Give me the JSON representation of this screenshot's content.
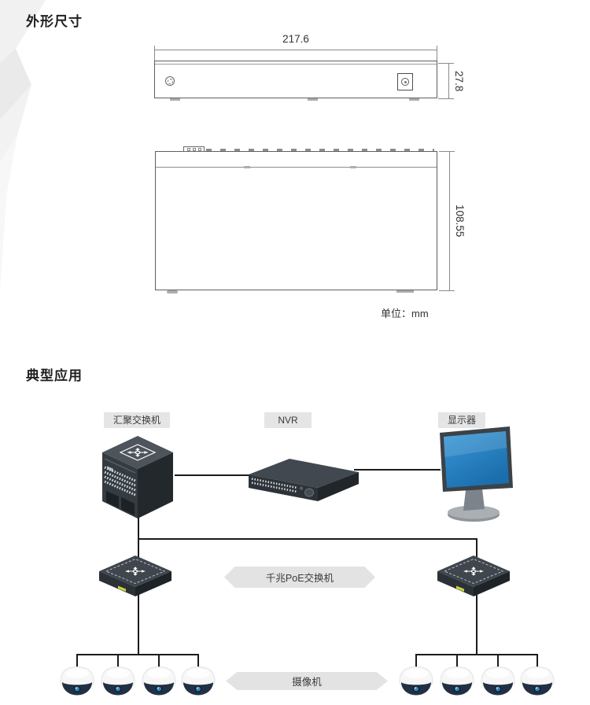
{
  "sections": {
    "dimensions": {
      "title": "外形尺寸",
      "unit_label": "单位：mm",
      "front_view": {
        "width_mm": "217.6",
        "height_mm": "27.8"
      },
      "top_view": {
        "depth_mm": "108.55"
      }
    },
    "application": {
      "title": "典型应用",
      "nodes": {
        "aggregation_switch": {
          "label": "汇聚交换机"
        },
        "nvr": {
          "label": "NVR"
        },
        "monitor": {
          "label": "显示器"
        }
      },
      "banners": {
        "poe": {
          "label": "千兆PoE交换机"
        },
        "cameras": {
          "label": "摄像机"
        }
      },
      "camera_groups": {
        "left_count": 4,
        "right_count": 4
      }
    }
  },
  "icons": {
    "switch_top_icon": "four-way-routing-arrows",
    "camera_icon": "dome-camera",
    "monitor_icon": "lcd-monitor"
  },
  "colors": {
    "device_top": "#454c52",
    "device_front": "#2e343a",
    "device_side": "#22272c",
    "screen_blue": "#2387c9",
    "chip_bg": "#e5e5e5",
    "banner_bg": "#e3e3e3",
    "net_line": "#1b1b1b",
    "drawing_line": "#8a8a8a",
    "poe_label_chip": "#c8d441",
    "camera_base": "#223043",
    "camera_lens": "#2f85bf"
  }
}
